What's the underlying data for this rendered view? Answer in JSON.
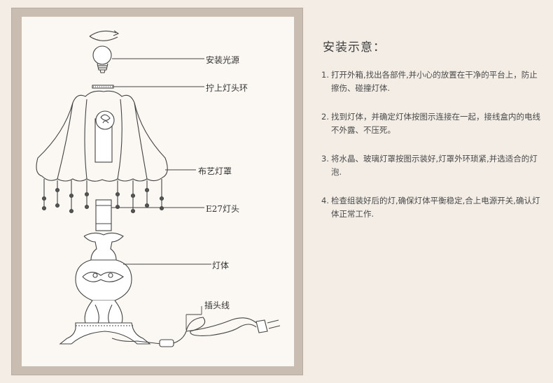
{
  "labels": {
    "bulb": "安装光源",
    "ring": "拧上灯头环",
    "shade": "布艺灯罩",
    "socket": "E27灯头",
    "body": "灯体",
    "plug": "插头线"
  },
  "instructions": {
    "title": "安装示意：",
    "steps": [
      {
        "num": "1.",
        "text": "打开外箱,找出各部件,并小心的放置在干净的平台上，防止擦伤、碰撞灯体."
      },
      {
        "num": "2.",
        "text": "找到灯体，并确定灯体按图示连接在一起，接线盒内的电线不外露、不压死。"
      },
      {
        "num": "3.",
        "text": "将水晶、玻璃灯罩按图示装好,灯罩外环琐紧,并选适合的灯泡."
      },
      {
        "num": "4.",
        "text": "检查组装好后的灯,确保灯体平衡稳定,合上电源开关,确认灯体正常工作."
      }
    ]
  },
  "colors": {
    "background": "#f3ede6",
    "frame": "#c9bdb1",
    "panel": "#fbf8f3",
    "line": "#444444"
  }
}
